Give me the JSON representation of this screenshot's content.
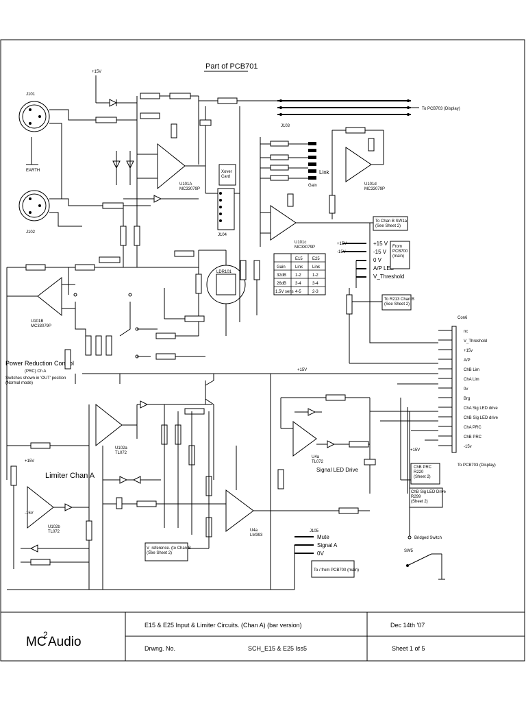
{
  "title": "Part of PCB701",
  "connectors": {
    "j101": "J101",
    "j102": "J102",
    "earth": "EARTH",
    "j103": "J103",
    "j104": "J104",
    "j105": "J105",
    "con6": "Con6"
  },
  "opamps": {
    "u101a": "U101A\nMC33079P",
    "u101b": "U101B\nMC33079P",
    "u101c": "U101c\nMC33079P",
    "u101d": "U101d\nMC33079P",
    "u102a": "U102a\nTL072",
    "u102b": "U102b\nTL072",
    "u4a": "U4a\nTL072",
    "u4a2": "U4a\nLM393"
  },
  "labels": {
    "to_pcb703_top": "To PCB703 (Display)",
    "link": "Link",
    "gain": "Gain",
    "xover_card": "Xover\nCard",
    "to_chan_b_sw1a": "To Chan B  SW1a\n(See Sheet 2)",
    "from_pcb700": "From\nPCB700\n(main)",
    "plus15v": "+15 V",
    "minus15v": "-15 V",
    "zero_v": "0 V",
    "ap_led": "A/P LED",
    "v_threshold": "V_Threshold",
    "to_r213": "To R213 Chan B\n(See Sheet 2)",
    "power_reduction": "Power Reduction Control",
    "prc_ch_a": "(PRC) Ch A",
    "switches_note": "Switches shown in 'OUT' position\n(Normal mode)",
    "limiter_chan_a": "Limiter Chan A",
    "signal_led_drive": "Signal LED Drive",
    "v_reference": "V_reference. (to Chan B\n(See Sheet 2)",
    "mute": "Mute",
    "signal_a": "Signal A",
    "ov": "0V",
    "to_from_pcb700": "To / from  PCB700 (main)",
    "bridged_switch": "Bridged Switch",
    "sw5": "SW5",
    "chb_prc": "ChB PRC\nR220\n(Sheet 2)",
    "chb_sig_led": "ChB Sig LED Drive\nR299\n(Sheet 2)",
    "to_pcb703_bottom": "To PCB703 (Display)",
    "ldr": "LDR101"
  },
  "con6_pins": [
    "nc",
    "V_Threshold",
    "+15v",
    "A/P",
    "ChB Lim",
    "ChA Lim",
    "0v",
    "Brg",
    "ChA Sig LED drive",
    "ChB Sig LED drive",
    "ChA PRC",
    "ChB PRC",
    "-15v"
  ],
  "gain_table": {
    "headers": [
      "",
      "E15",
      "E25"
    ],
    "subheaders": [
      "Gain",
      "Link",
      "Link"
    ],
    "rows": [
      [
        "32dB",
        "1-2",
        "1-2"
      ],
      [
        "26dB",
        "3-4",
        "3-4"
      ],
      [
        "1.5V sens",
        "4-5",
        "2-3"
      ]
    ]
  },
  "title_block": {
    "brand": "MC",
    "brand_sup": "2",
    "brand_suffix": " Audio",
    "description": "E15 & E25  Input & Limiter Circuits. (Chan A) (bar version)",
    "date": "Dec 14th '07",
    "drawing_no_label": "Drwng. No.",
    "drawing_no": "SCH_E15 & E25  Iss5",
    "sheet": "Sheet  1  of  5"
  }
}
